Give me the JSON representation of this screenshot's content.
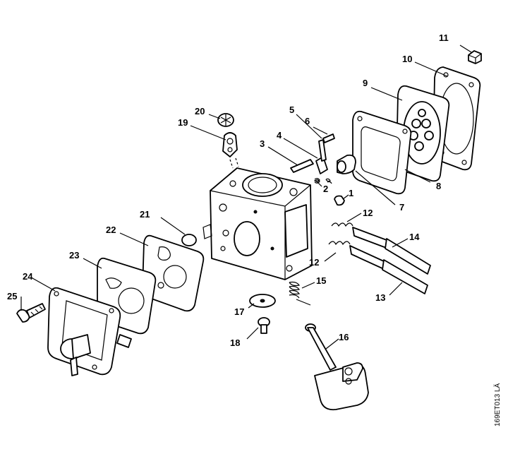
{
  "callouts": [
    {
      "id": "1",
      "text": "1"
    },
    {
      "id": "2",
      "text": "2"
    },
    {
      "id": "3",
      "text": "3"
    },
    {
      "id": "4",
      "text": "4"
    },
    {
      "id": "5",
      "text": "5"
    },
    {
      "id": "6",
      "text": "6"
    },
    {
      "id": "7",
      "text": "7"
    },
    {
      "id": "8",
      "text": "8"
    },
    {
      "id": "9",
      "text": "9"
    },
    {
      "id": "10",
      "text": "10"
    },
    {
      "id": "11",
      "text": "11"
    },
    {
      "id": "12a",
      "text": "12"
    },
    {
      "id": "12b",
      "text": "12"
    },
    {
      "id": "13",
      "text": "13"
    },
    {
      "id": "14",
      "text": "14"
    },
    {
      "id": "15",
      "text": "15"
    },
    {
      "id": "16",
      "text": "16"
    },
    {
      "id": "17",
      "text": "17"
    },
    {
      "id": "18",
      "text": "18"
    },
    {
      "id": "19",
      "text": "19"
    },
    {
      "id": "20",
      "text": "20"
    },
    {
      "id": "21",
      "text": "21"
    },
    {
      "id": "22",
      "text": "22"
    },
    {
      "id": "23",
      "text": "23"
    },
    {
      "id": "24",
      "text": "24"
    },
    {
      "id": "25",
      "text": "25"
    }
  ],
  "reference_code": "169ET013 LÄ"
}
